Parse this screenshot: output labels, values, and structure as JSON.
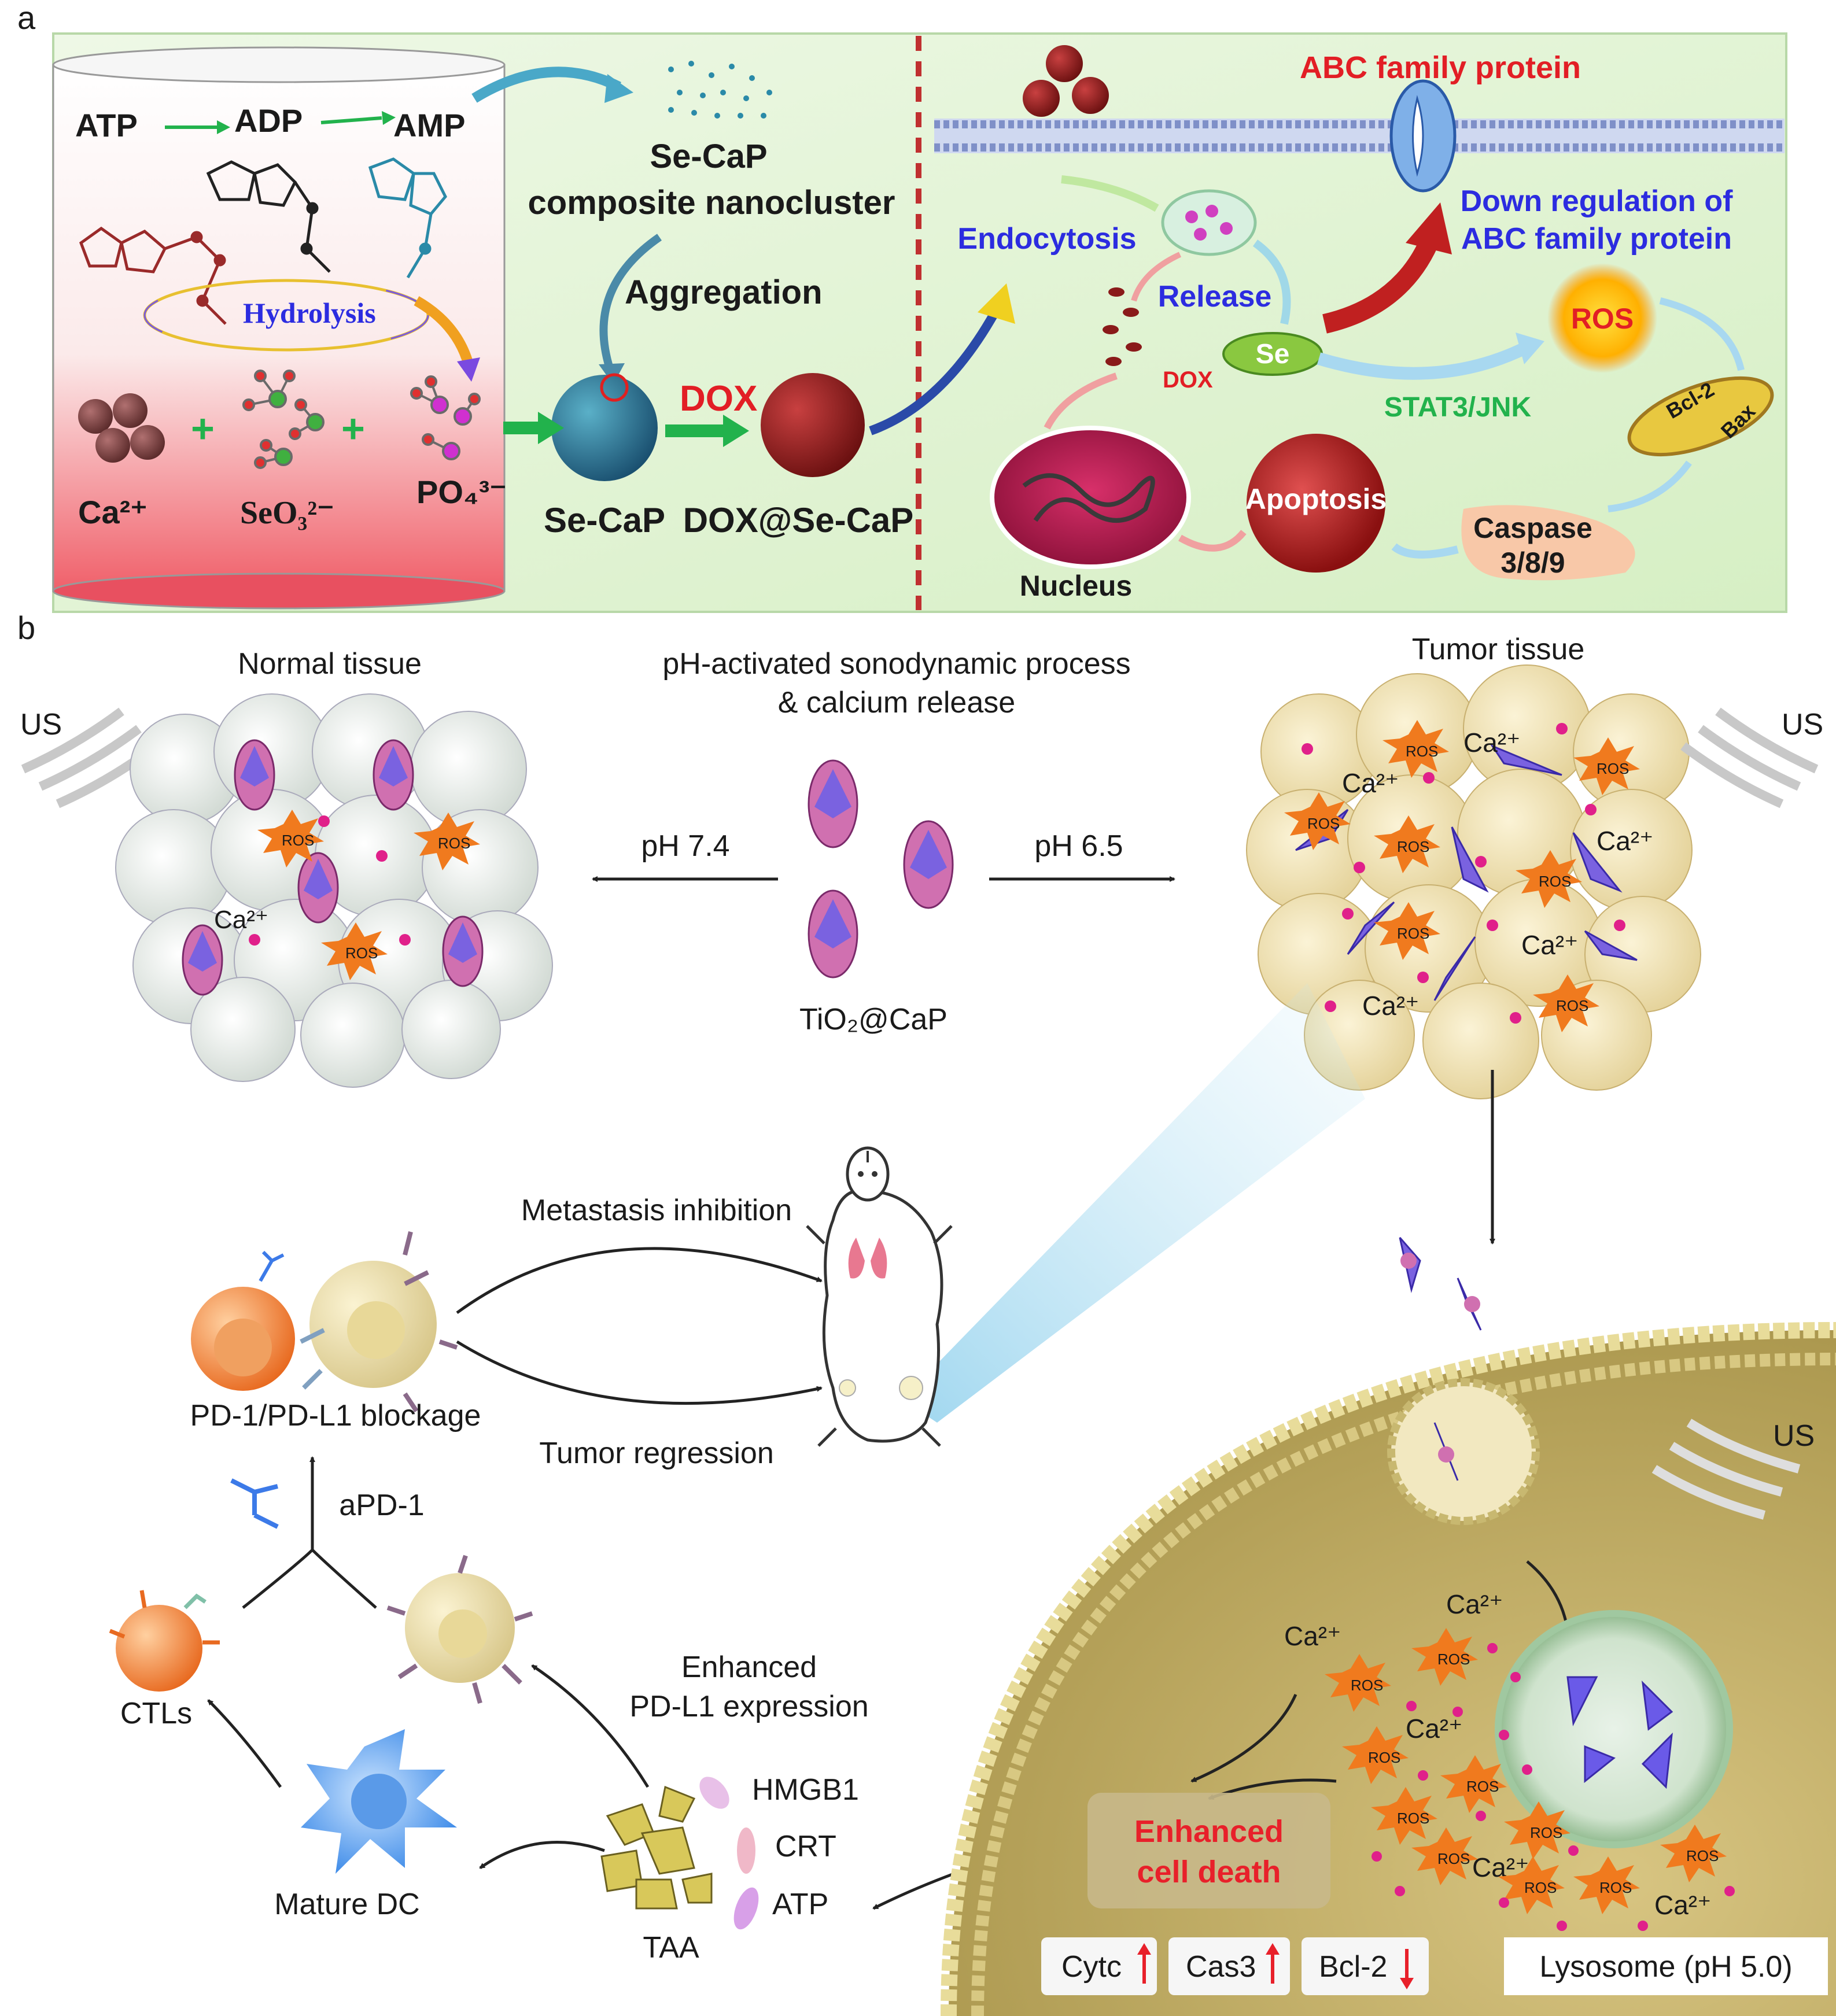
{
  "panel_a": {
    "label": "a",
    "atp": "ATP",
    "adp": "ADP",
    "amp": "AMP",
    "hydrolysis": "Hydrolysis",
    "ca_ion": "Ca²⁺",
    "seo3_ion": "SeO₃²⁻",
    "po4_ion": "PO₄³⁻",
    "plus": "+",
    "se_cap_line1": "Se-CaP",
    "se_cap_line2": "composite nanocluster",
    "aggregation": "Aggregation",
    "dox_arrow": "DOX",
    "se_cap_label": "Se-CaP",
    "dox_se_cap_label": "DOX@Se-CaP",
    "abc_protein": "ABC family protein",
    "down_reg_line1": "Down regulation of",
    "down_reg_line2": "ABC family protein",
    "endocytosis": "Endocytosis",
    "release": "Release",
    "dox_small": "DOX",
    "se": "Se",
    "ros": "ROS",
    "stat3": "STAT3/JNK",
    "bcl2": "Bcl-2",
    "bax": "Bax",
    "apoptosis": "Apoptosis",
    "caspase_line1": "Caspase",
    "caspase_line2": "3/8/9",
    "nucleus": "Nucleus",
    "colors": {
      "ca_accent": "#d8193d",
      "dox_red": "#e21e25",
      "blue_text": "#2c2ce0",
      "green_text": "#22b24c"
    }
  },
  "panel_b": {
    "label": "b",
    "normal_tissue": "Normal tissue",
    "tumor_tissue": "Tumor tissue",
    "process_line1": "pH-activated sonodynamic process",
    "process_line2": "& calcium release",
    "us": "US",
    "ph74": "pH 7.4",
    "ph65": "pH 6.5",
    "tio2_cap": "TiO₂@CaP",
    "ros": "ROS",
    "ca": "Ca²⁺",
    "metastasis": "Metastasis inhibition",
    "tumor_regression": "Tumor regression",
    "pd1_blockage": "PD-1/PD-L1 blockage",
    "apd1": "aPD-1",
    "ctls": "CTLs",
    "enhanced_pdl1_line1": "Enhanced",
    "enhanced_pdl1_line2": "PD-L1 expression",
    "mature_dc": "Mature DC",
    "hmgb1": "HMGB1",
    "crt": "CRT",
    "atp": "ATP",
    "taa": "TAA",
    "enhanced_death_line1": "Enhanced",
    "enhanced_death_line2": "cell death",
    "cytc": "Cytc",
    "cas3": "Cas3",
    "bcl2": "Bcl-2",
    "lysosome": "Lysosome (pH 5.0)",
    "colors": {
      "ros_orange": "#f07a1e",
      "ca_pink": "#e0208a",
      "enhanced_red": "#e8202a",
      "nanoparticle_purple": "#7a62e0"
    }
  }
}
